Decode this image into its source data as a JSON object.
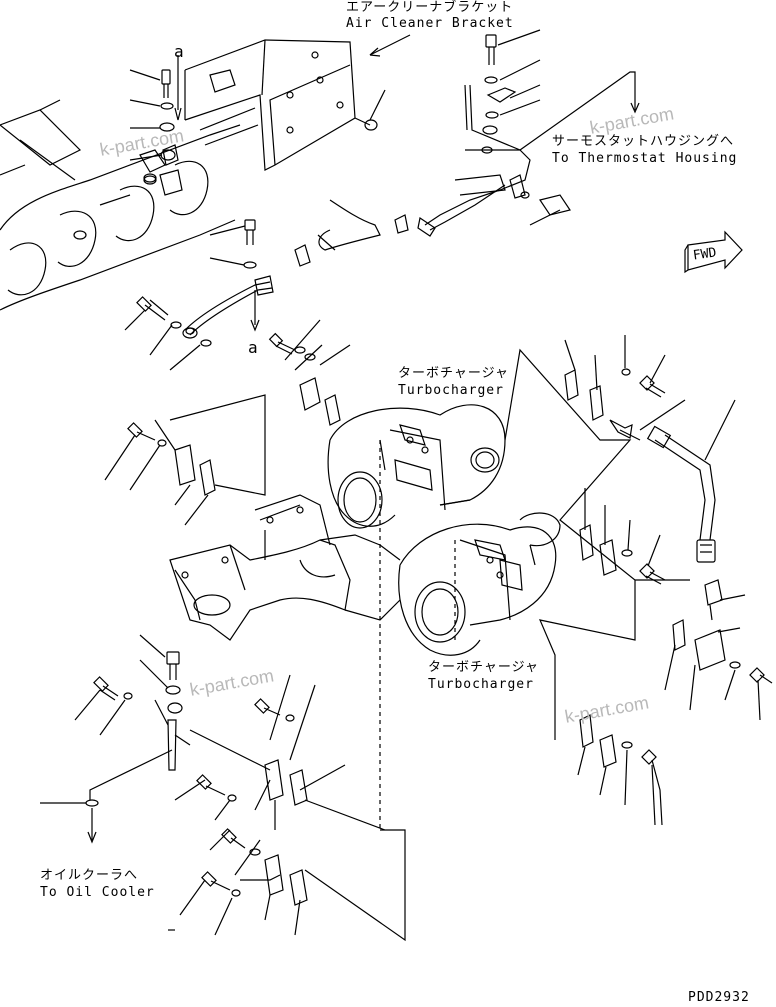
{
  "labels": {
    "air_cleaner_bracket_jp": "エアークリーナブラケット",
    "air_cleaner_bracket_en": "Air Cleaner Bracket",
    "thermostat_jp": "サーモスタットハウジングへ",
    "thermostat_en": "To Thermostat Housing",
    "turbocharger_jp_1": "ターボチャージャ",
    "turbocharger_en_1": "Turbocharger",
    "turbocharger_jp_2": "ターボチャージャ",
    "turbocharger_en_2": "Turbocharger",
    "oil_cooler_jp": "オイルクーラへ",
    "oil_cooler_en": "To Oil Cooler",
    "ref_a_top": "a",
    "ref_a_mid": "a",
    "fwd": "FWD",
    "drawing_code": "PDD2932"
  },
  "watermarks": [
    "k-part.com",
    "k-part.com",
    "k-part.com",
    "k-part.com"
  ],
  "colors": {
    "line": "#000000",
    "watermark": "#b8b8b8"
  }
}
